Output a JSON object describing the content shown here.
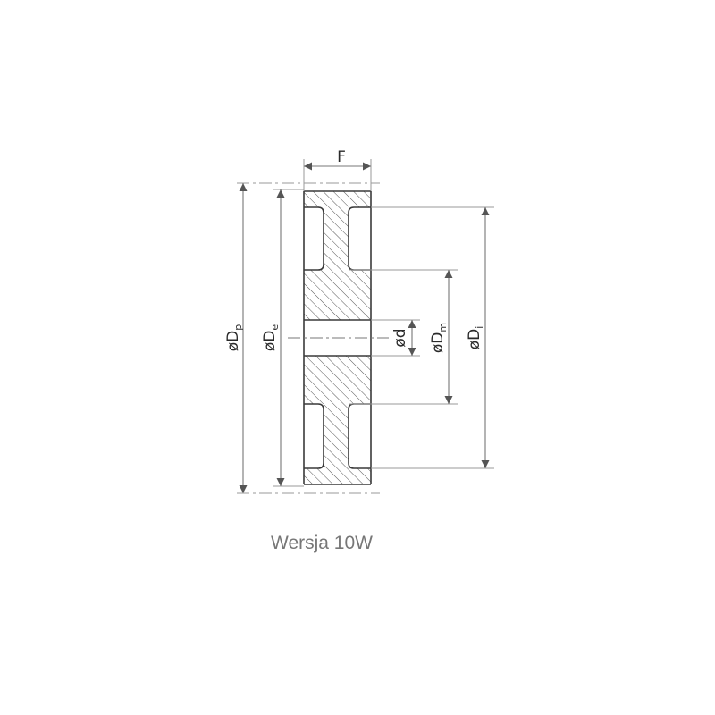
{
  "diagram": {
    "labels": {
      "width": "F",
      "pitch_diameter": {
        "prefix": "ø",
        "base": "D",
        "sub": "p"
      },
      "outer_diameter": {
        "prefix": "ø",
        "base": "D",
        "sub": "e"
      },
      "bore_diameter": {
        "prefix": "ø",
        "base": "d",
        "sub": ""
      },
      "hub_diameter": {
        "prefix": "ø",
        "base": "D",
        "sub": "m"
      },
      "inner_diameter": {
        "prefix": "ø",
        "base": "D",
        "sub": "i"
      }
    },
    "colors": {
      "outline": "#3a3a3a",
      "dimension_line": "#8a8a8a",
      "hatch": "#555555"
    }
  },
  "caption": "Wersja 10W"
}
